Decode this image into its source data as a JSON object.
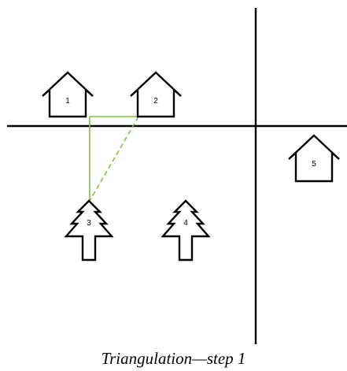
{
  "diagram": {
    "houses": [
      {
        "id": "house-1",
        "label": "1"
      },
      {
        "id": "house-2",
        "label": "2"
      },
      {
        "id": "house-5",
        "label": "5"
      }
    ],
    "trees": [
      {
        "id": "tree-3",
        "label": "3"
      },
      {
        "id": "tree-4",
        "label": "4"
      }
    ],
    "colors": {
      "triangle_line": "#7ac143",
      "stroke": "#000000"
    }
  },
  "caption": "Triangulation—step 1"
}
